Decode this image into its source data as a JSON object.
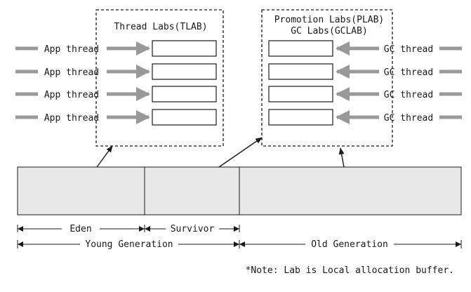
{
  "tlab": {
    "title": "Thread Labs(TLAB)",
    "thread_label": "App thread",
    "thread_count": 4
  },
  "plab": {
    "title_line1": "Promotion Labs(PLAB)",
    "title_line2": "GC Labs(GCLAB)",
    "thread_label": "GC thread",
    "thread_count": 4
  },
  "heap": {
    "regions": [
      "Eden",
      "Survivor",
      "Old"
    ]
  },
  "measures": {
    "eden": "Eden",
    "survivor": "Survivor",
    "young": "Young Generation",
    "old": "Old Generation"
  },
  "note": "*Note: Lab is Local allocation buffer.",
  "colors": {
    "region_fill": "#e8e8e8",
    "thread_arrow": "#999999",
    "line": "#1a1a1a"
  }
}
